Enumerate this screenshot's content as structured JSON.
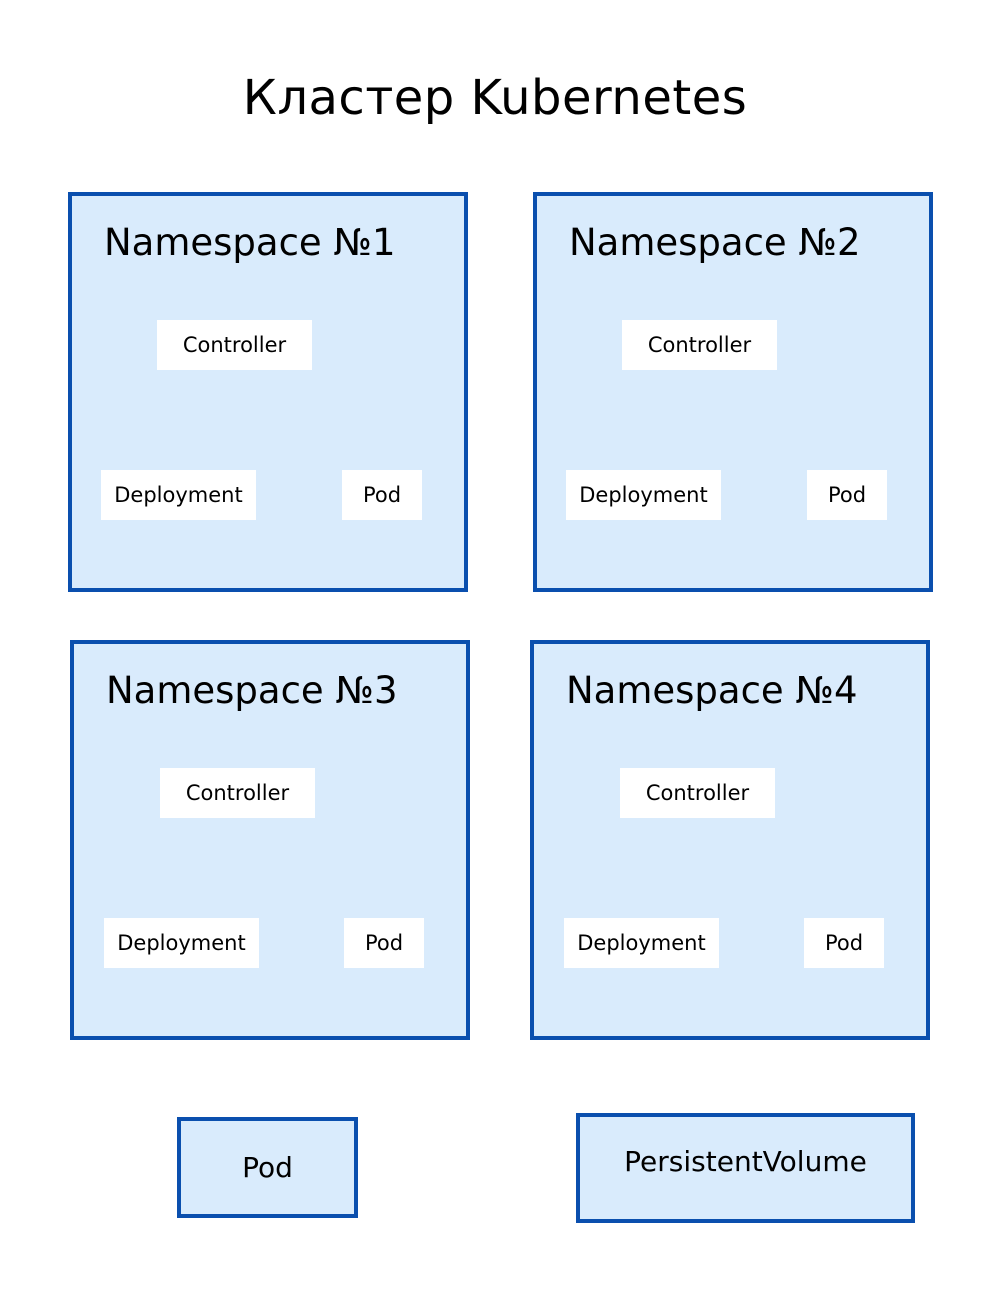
{
  "title": "Кластер Kubernetes",
  "colors": {
    "border": "#0a4fae",
    "fill": "#d9ebfc",
    "chip": "#ffffff"
  },
  "namespaces": [
    {
      "label": "Namespace №1",
      "controller": "Controller",
      "deployment": "Deployment",
      "pod": "Pod"
    },
    {
      "label": "Namespace №2",
      "controller": "Controller",
      "deployment": "Deployment",
      "pod": "Pod"
    },
    {
      "label": "Namespace №3",
      "controller": "Controller",
      "deployment": "Deployment",
      "pod": "Pod"
    },
    {
      "label": "Namespace №4",
      "controller": "Controller",
      "deployment": "Deployment",
      "pod": "Pod"
    }
  ],
  "standalone": {
    "pod": "Pod",
    "persistent_volume": "PersistentVolume"
  }
}
